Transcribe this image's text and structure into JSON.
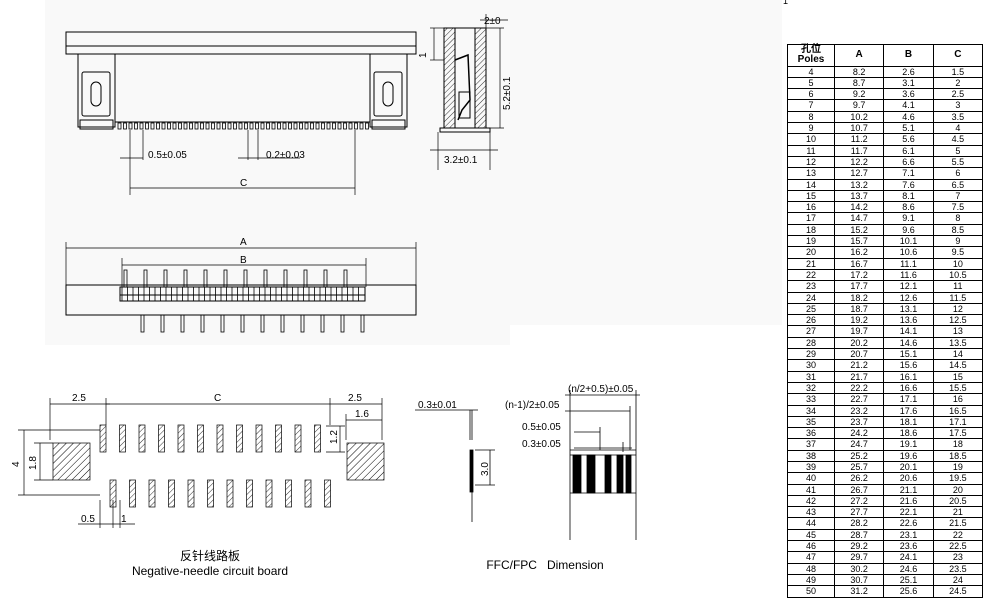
{
  "marker": "1",
  "dims": {
    "thickness": "2±0",
    "offset1": "1",
    "height": "5.2±0.1",
    "depth": "3.2±0.1",
    "pitch": "0.5±0.05",
    "pin_width": "0.2±0.03",
    "c": "C",
    "a": "A",
    "b": "B"
  },
  "pcb": {
    "left": "2.5",
    "c": "C",
    "right": "2.5",
    "pad_width": "1.6",
    "pad_len": "1.2",
    "height": "4",
    "pad_height": "1.8",
    "bottom_a": "0.5",
    "bottom_b": "1",
    "title_cn": "反针线路板",
    "title_en": "Negative-needle circuit board"
  },
  "ffc": {
    "thickness": "0.3±0.01",
    "len": "3.0",
    "d1": "(n/2+0.5)±0.05",
    "d2": "(n-1)/2±0.05",
    "d3": "0.5±0.05",
    "d4": "0.3±0.05",
    "title": "FFC/FPC   Dimension"
  },
  "table": {
    "headers": [
      "孔位Poles",
      "A",
      "B",
      "C"
    ],
    "rows": [
      [
        "4",
        "8.2",
        "2.6",
        "1.5"
      ],
      [
        "5",
        "8.7",
        "3.1",
        "2"
      ],
      [
        "6",
        "9.2",
        "3.6",
        "2.5"
      ],
      [
        "7",
        "9.7",
        "4.1",
        "3"
      ],
      [
        "8",
        "10.2",
        "4.6",
        "3.5"
      ],
      [
        "9",
        "10.7",
        "5.1",
        "4"
      ],
      [
        "10",
        "11.2",
        "5.6",
        "4.5"
      ],
      [
        "11",
        "11.7",
        "6.1",
        "5"
      ],
      [
        "12",
        "12.2",
        "6.6",
        "5.5"
      ],
      [
        "13",
        "12.7",
        "7.1",
        "6"
      ],
      [
        "14",
        "13.2",
        "7.6",
        "6.5"
      ],
      [
        "15",
        "13.7",
        "8.1",
        "7"
      ],
      [
        "16",
        "14.2",
        "8.6",
        "7.5"
      ],
      [
        "17",
        "14.7",
        "9.1",
        "8"
      ],
      [
        "18",
        "15.2",
        "9.6",
        "8.5"
      ],
      [
        "19",
        "15.7",
        "10.1",
        "9"
      ],
      [
        "20",
        "16.2",
        "10.6",
        "9.5"
      ],
      [
        "21",
        "16.7",
        "11.1",
        "10"
      ],
      [
        "22",
        "17.2",
        "11.6",
        "10.5"
      ],
      [
        "23",
        "17.7",
        "12.1",
        "11"
      ],
      [
        "24",
        "18.2",
        "12.6",
        "11.5"
      ],
      [
        "25",
        "18.7",
        "13.1",
        "12"
      ],
      [
        "26",
        "19.2",
        "13.6",
        "12.5"
      ],
      [
        "27",
        "19.7",
        "14.1",
        "13"
      ],
      [
        "28",
        "20.2",
        "14.6",
        "13.5"
      ],
      [
        "29",
        "20.7",
        "15.1",
        "14"
      ],
      [
        "30",
        "21.2",
        "15.6",
        "14.5"
      ],
      [
        "31",
        "21.7",
        "16.1",
        "15"
      ],
      [
        "32",
        "22.2",
        "16.6",
        "15.5"
      ],
      [
        "33",
        "22.7",
        "17.1",
        "16"
      ],
      [
        "34",
        "23.2",
        "17.6",
        "16.5"
      ],
      [
        "35",
        "23.7",
        "18.1",
        "17.1"
      ],
      [
        "36",
        "24.2",
        "18.6",
        "17.5"
      ],
      [
        "37",
        "24.7",
        "19.1",
        "18"
      ],
      [
        "38",
        "25.2",
        "19.6",
        "18.5"
      ],
      [
        "39",
        "25.7",
        "20.1",
        "19"
      ],
      [
        "40",
        "26.2",
        "20.6",
        "19.5"
      ],
      [
        "41",
        "26.7",
        "21.1",
        "20"
      ],
      [
        "42",
        "27.2",
        "21.6",
        "20.5"
      ],
      [
        "43",
        "27.7",
        "22.1",
        "21"
      ],
      [
        "44",
        "28.2",
        "22.6",
        "21.5"
      ],
      [
        "45",
        "28.7",
        "23.1",
        "22"
      ],
      [
        "46",
        "29.2",
        "23.6",
        "22.5"
      ],
      [
        "47",
        "29.7",
        "24.1",
        "23"
      ],
      [
        "48",
        "30.2",
        "24.6",
        "23.5"
      ],
      [
        "49",
        "30.7",
        "25.1",
        "24"
      ],
      [
        "50",
        "31.2",
        "25.6",
        "24.5"
      ]
    ]
  }
}
